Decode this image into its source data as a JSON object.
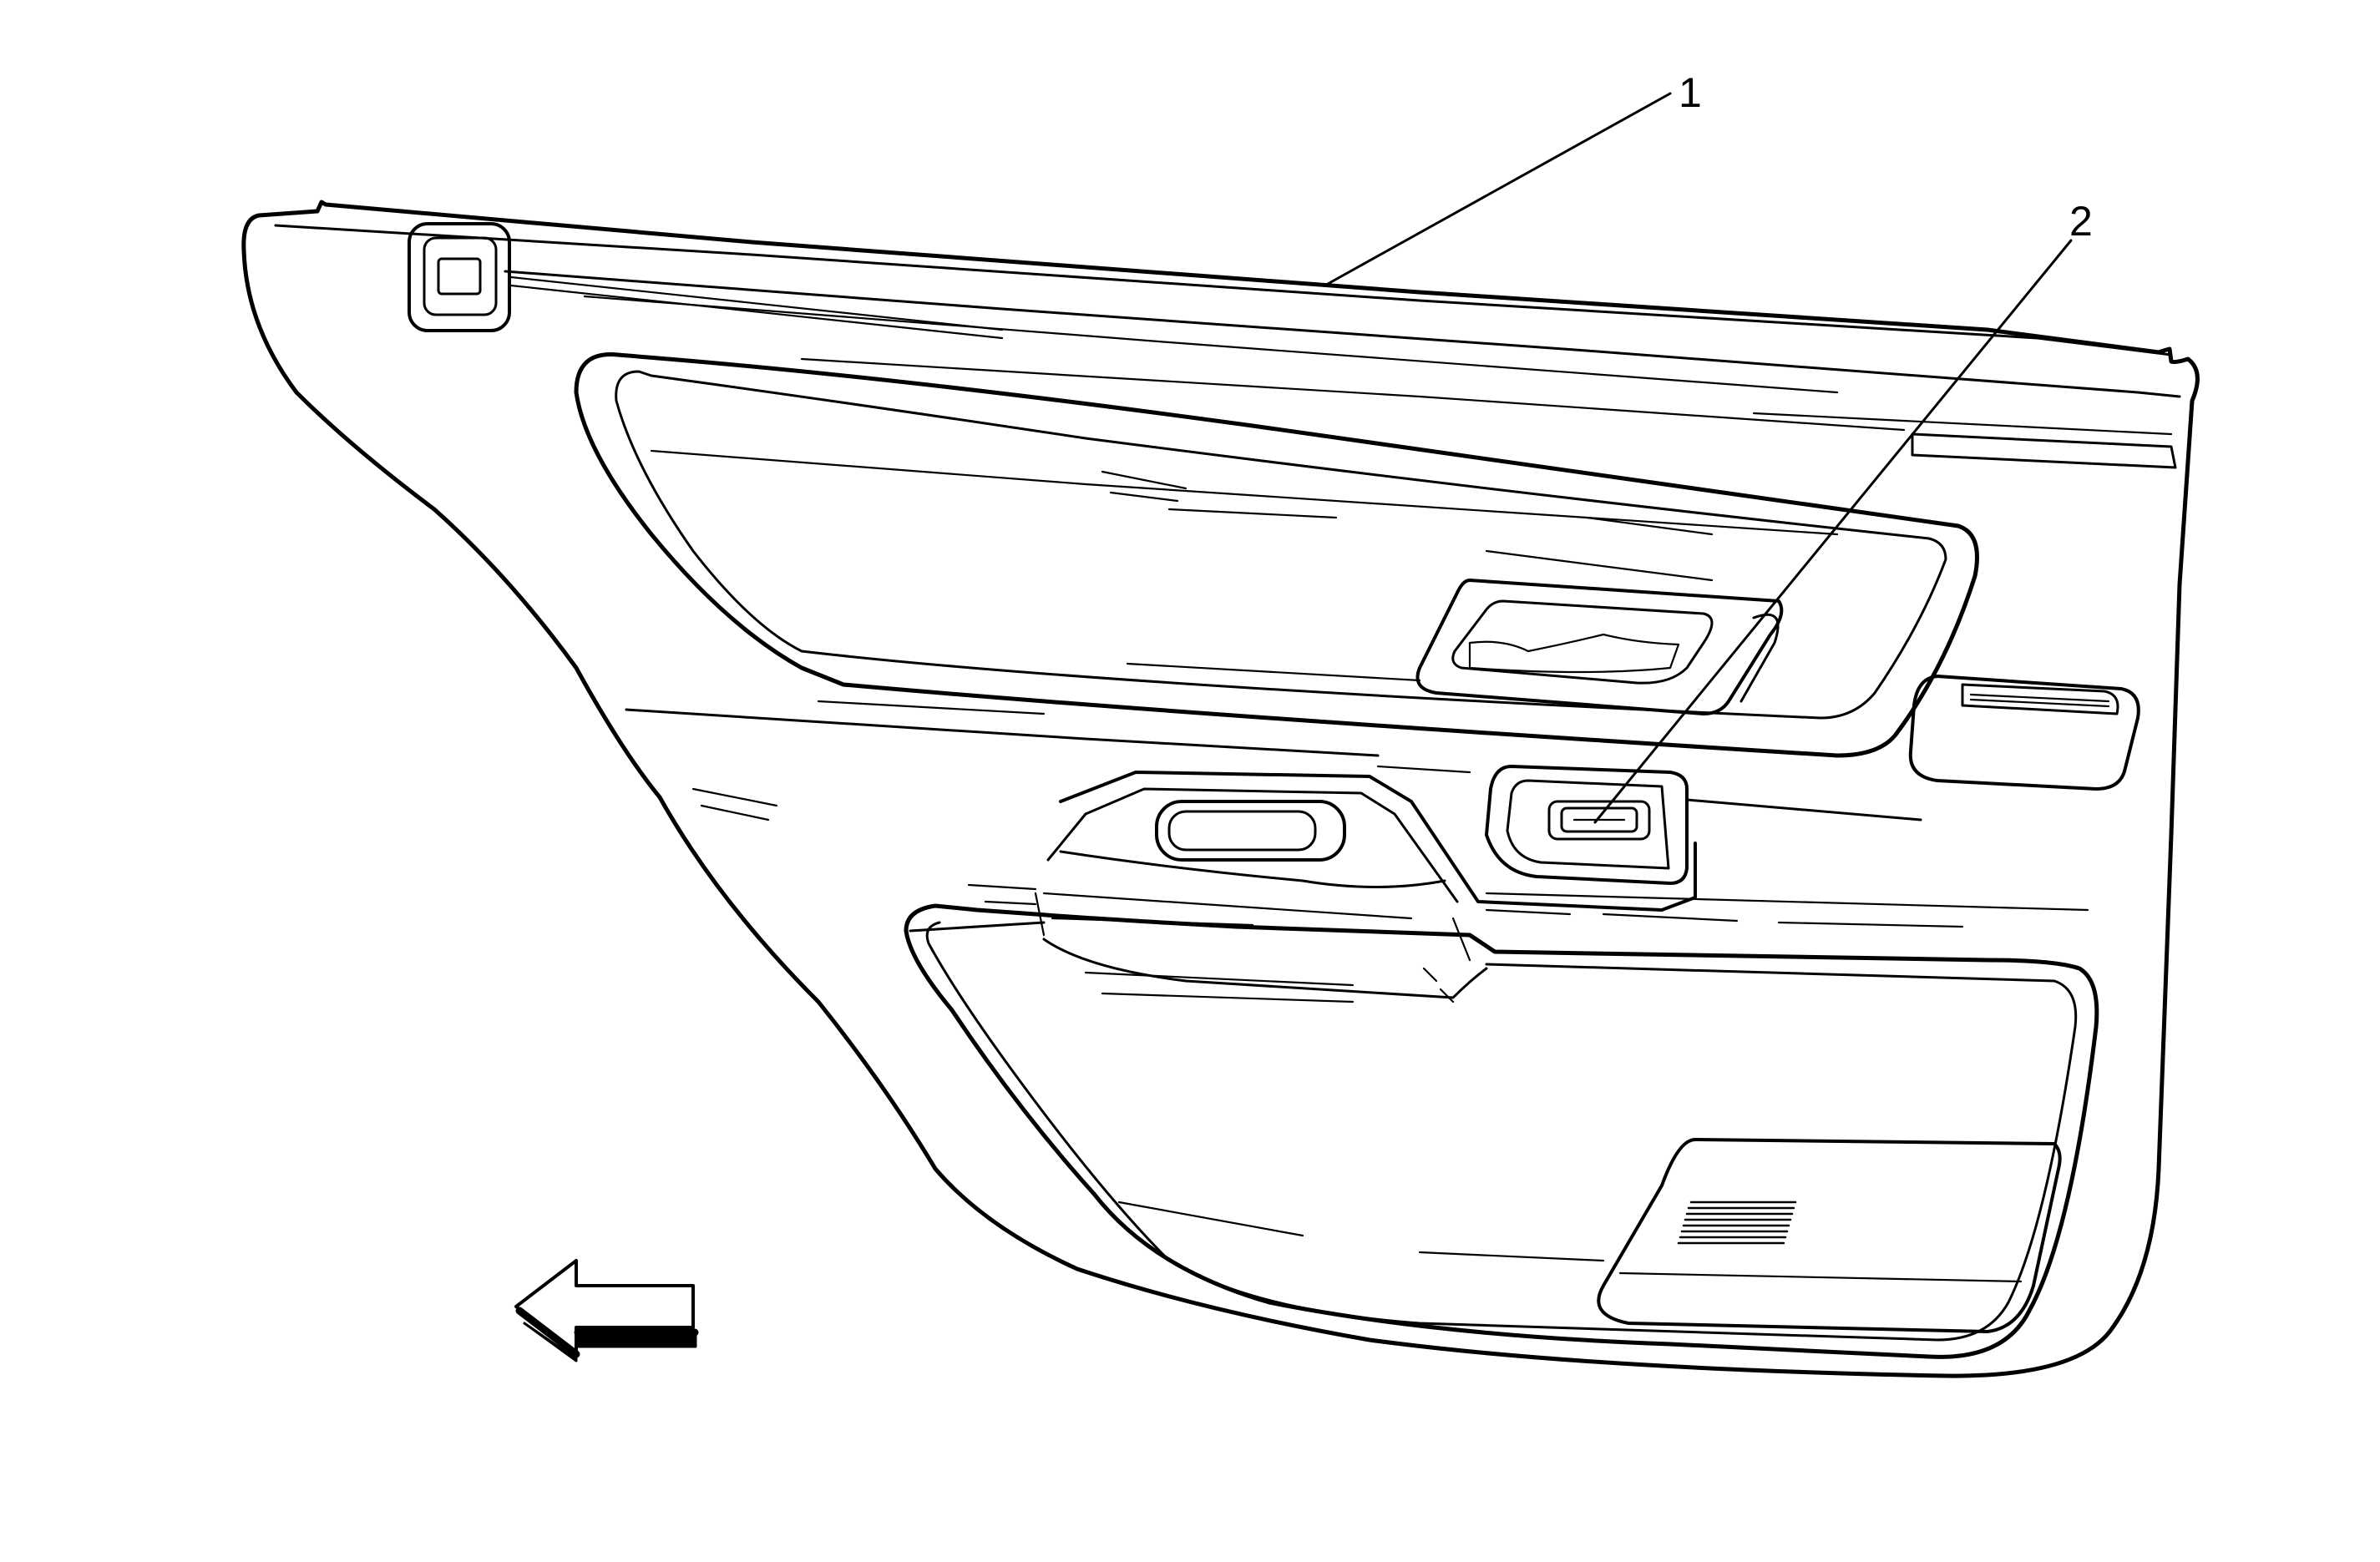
{
  "diagram": {
    "callouts": [
      {
        "id": "1",
        "label": "1"
      },
      {
        "id": "2",
        "label": "2"
      }
    ],
    "direction_arrow": {
      "icon": "arrow-left-icon",
      "points": "left"
    }
  },
  "colors": {
    "line": "#000000",
    "background": "#ffffff"
  }
}
